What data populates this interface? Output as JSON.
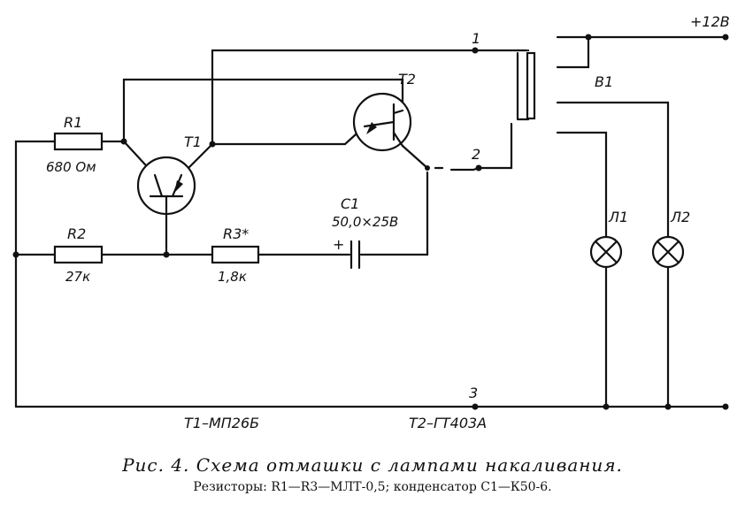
{
  "components": {
    "r1": {
      "name": "R1",
      "value": "680 Ом"
    },
    "r2": {
      "name": "R2",
      "value": "27к"
    },
    "r3": {
      "name": "R3*",
      "value": "1,8к"
    },
    "c1": {
      "name": "C1",
      "value": "50,0×25В",
      "polarity": "+"
    },
    "t1": {
      "name": "T1"
    },
    "t2": {
      "name": "T2"
    },
    "b1": {
      "name": "В1"
    },
    "l1": {
      "name": "Л1"
    },
    "l2": {
      "name": "Л2"
    }
  },
  "terminals": {
    "t1": "1",
    "t2": "2",
    "t3": "3",
    "supply": "+12В"
  },
  "transistors": {
    "t1_type": "Т1–МП26Б",
    "t2_type": "Т2–ГТ403А"
  },
  "caption": {
    "title": "Рис. 4. Схема отмашки с лампами накаливания.",
    "subtitle": "Резисторы: R1—R3—МЛТ-0,5; конденсатор C1—К50-6."
  }
}
